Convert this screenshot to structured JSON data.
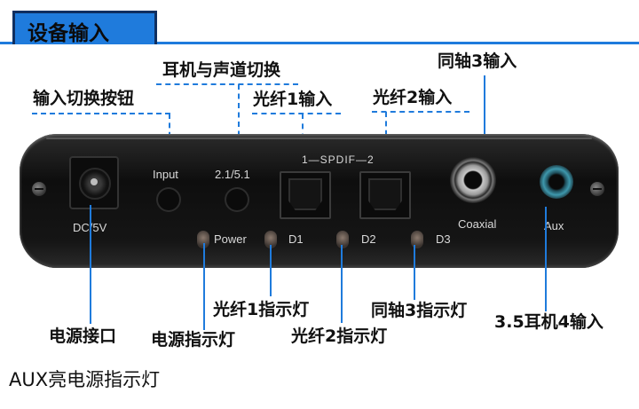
{
  "header": {
    "title": "设备输入"
  },
  "callouts": {
    "headphone_switch": "耳机与声道切换",
    "input_switch": "输入切换按钮",
    "optical1_in": "光纤1输入",
    "optical2_in": "光纤2输入",
    "coax3_in": "同轴3输入",
    "dc_power": "电源接口",
    "power_led": "电源指示灯",
    "optical1_led": "光纤1指示灯",
    "optical2_led": "光纤2指示灯",
    "coax3_led": "同轴3指示灯",
    "aux4_in": "3.5耳机4输入"
  },
  "footer_note": "AUX亮电源指示灯",
  "device": {
    "dc_label": "DC/5V",
    "input_label": "Input",
    "mode_label": "2.1/5.1",
    "spdif_label": "1—SPDIF—2",
    "coax_label": "Coaxial",
    "aux_label": "Aux",
    "power_label": "Power",
    "d1_label": "D1",
    "d2_label": "D2",
    "d3_label": "D3"
  },
  "colors": {
    "accent": "#1f7bdc",
    "device_body": "#151515",
    "aux_ring": "#3e98ad"
  }
}
